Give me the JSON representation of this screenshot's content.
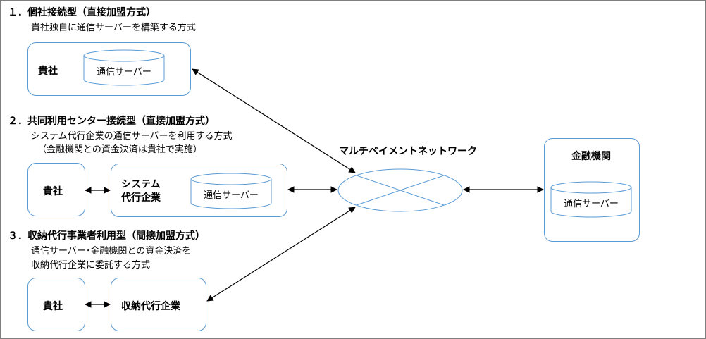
{
  "sections": [
    {
      "heading": "１．個社接続型（直接加盟方式）",
      "lines": [
        "貴社独自に通信サーバーを構築する方式"
      ]
    },
    {
      "heading": "２．共同利用センター接続型（直接加盟方式）",
      "lines": [
        "システム代行企業の通信サーバーを利用する方式",
        "（金融機関との資金決済は貴社で実施）"
      ]
    },
    {
      "heading": "３．収納代行事業者利用型（間接加盟方式）",
      "lines": [
        "通信サーバー･金融機関との資金決済を",
        "収納代行企業に委託する方式"
      ]
    }
  ],
  "boxes": {
    "box1_company": "貴社",
    "box1_server": "通信サーバー",
    "box2_company": "貴社",
    "box2_system_line1": "システム",
    "box2_system_line2": "代行企業",
    "box2_server": "通信サーバー",
    "box3_company": "貴社",
    "box3_agent": "収納代行企業",
    "bank_title": "金融機関",
    "bank_server": "通信サーバー"
  },
  "network_label": "マルチペイメントネットワーク",
  "colors": {
    "box_border": "#5b9bd5",
    "cross_line": "#5b9bd5",
    "arrow": "#000000",
    "frame": "#7f7f7f"
  }
}
